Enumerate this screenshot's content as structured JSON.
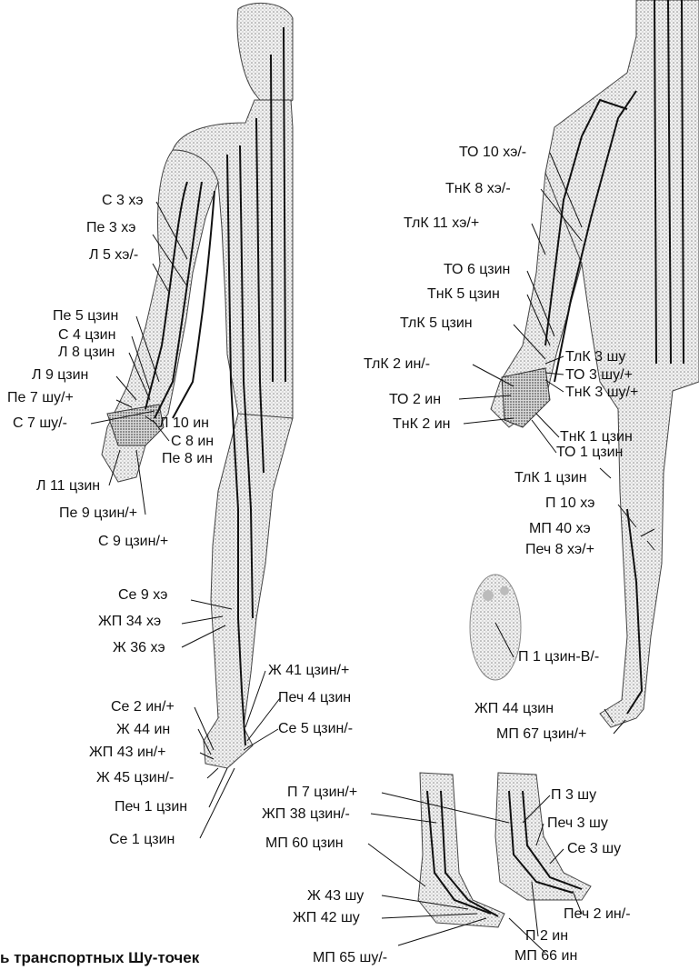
{
  "caption": "ь транспортных Шу-точек",
  "labels": {
    "s3": "С 3 хэ",
    "pe3": "Пе 3 хэ",
    "l5": "Л 5 хэ/-",
    "pe5": "Пе 5 цзин",
    "s4": "С 4 цзин",
    "l8": "Л 8 цзин",
    "l9": "Л 9 цзин",
    "pe7": "Пе 7 шу/+",
    "s7": "С 7 шу/-",
    "l10": "Л 10 ин",
    "s8": "С 8 ин",
    "pe8": "Пе 8 ин",
    "l11": "Л 11 цзин",
    "pe9": "Пе 9 цзин/+",
    "s9": "С 9 цзин/+",
    "se9": "Се 9 хэ",
    "zhp34": "ЖП 34 хэ",
    "zh36": "Ж 36 хэ",
    "zh41": "Ж 41 цзин/+",
    "pech4": "Печ 4 цзин",
    "se2": "Се 2 ин/+",
    "se5": "Се 5 цзин/-",
    "zh44": "Ж 44 ин",
    "zhp43": "ЖП 43 ин/+",
    "zh45": "Ж 45 цзин/-",
    "pech1": "Печ 1 цзин",
    "se1": "Се 1 цзин",
    "to10": "ТО 10 хэ/-",
    "tnk8": "ТнК 8 хэ/-",
    "tlk11": "ТлК 11 хэ/+",
    "to6": "ТО 6 цзин",
    "tnk5": "ТнК 5 цзин",
    "tlk5": "ТлК 5 цзин",
    "tlk2": "ТлК 2 ин/-",
    "tlk3": "ТлК 3 шу",
    "to3": "ТО 3 шу/+",
    "tnk3": "ТнК 3 шу/+",
    "to2": "ТО 2 ин",
    "tnk2": "ТнК 2 ин",
    "tnk1": "ТнК 1 цзин",
    "to1": "ТО 1 цзин",
    "tlk1": "ТлК 1 цзин",
    "p10": "П 10 хэ",
    "mp40": "МП 40 хэ",
    "pech8": "Печ 8 хэ/+",
    "p1": "П 1 цзин-В/-",
    "zhp44": "ЖП 44 цзин",
    "mp67": "МП 67 цзин/+",
    "p7": "П 7 цзин/+",
    "zhp38": "ЖП 38 цзин/-",
    "mp60": "МП 60 цзин",
    "p3": "П 3 шу",
    "pech3": "Печ 3 шу",
    "se3": "Се 3 шу",
    "zh43": "Ж 43 шу",
    "zhp42": "ЖП 42 шу",
    "mp65": "МП 65 шу/-",
    "pech2": "Печ 2 ин/-",
    "p2": "П 2 ин",
    "mp66": "МП 66 ин"
  }
}
